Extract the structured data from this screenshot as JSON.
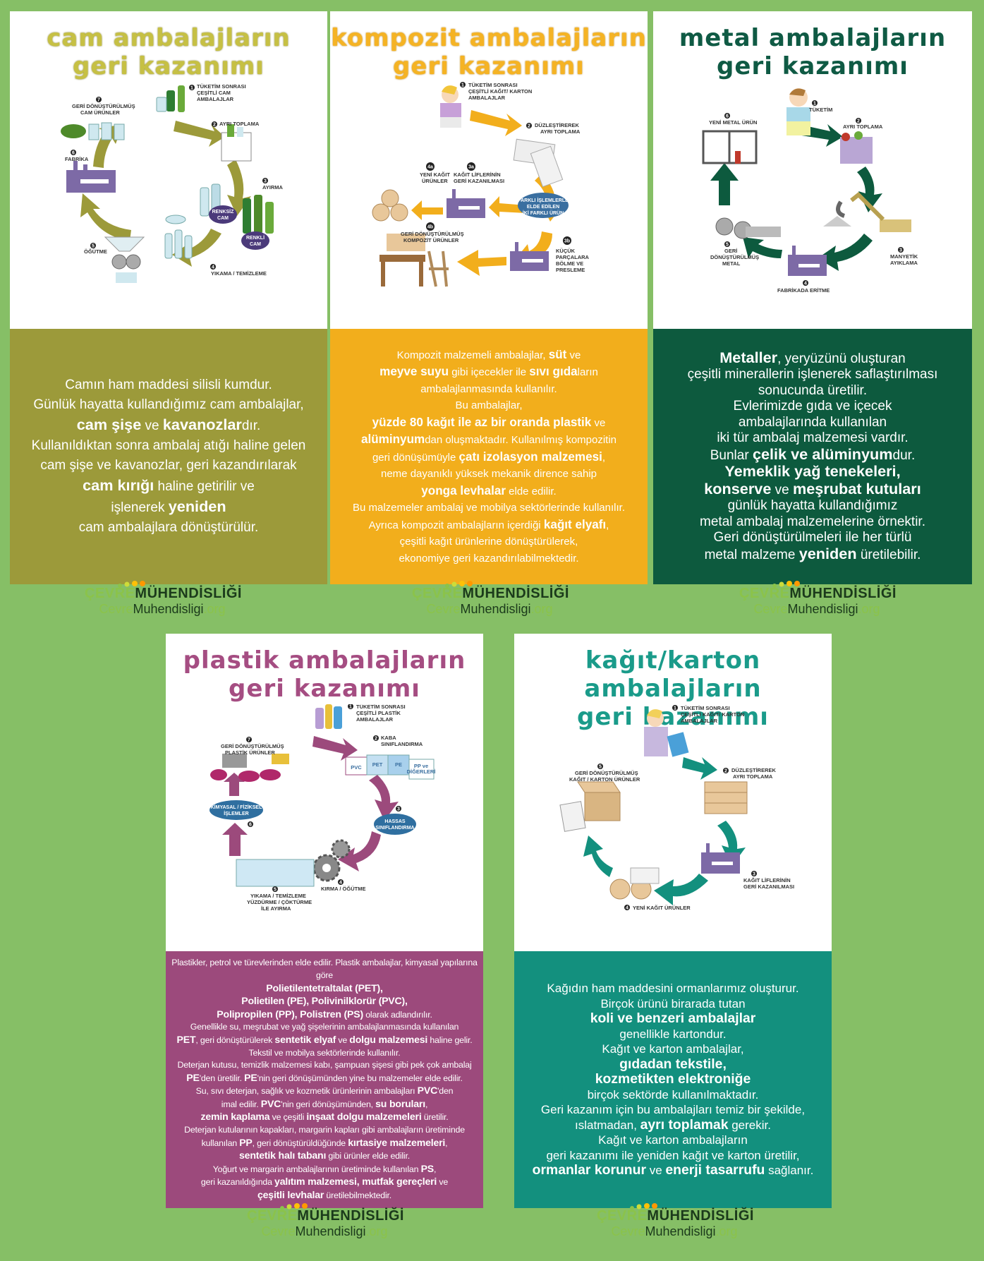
{
  "cards": [
    {
      "id": "cam",
      "title_l1": "cam ambalajların",
      "title_l2": "geri kazanımı",
      "title_color": "#c6c044",
      "panel_color": "#9c9a3a",
      "labels": {
        "s1": "TÜKETİM SONRASI",
        "s1b": "ÇEŞİTLİ CAM",
        "s1c": "AMBALAJLAR",
        "s2": "AYRI TOPLAMA",
        "s3": "AYIRMA",
        "renksiz": "RENKSİZ",
        "renksiz2": "CAM",
        "renkli": "RENKLİ",
        "renkli2": "CAM",
        "s4": "YIKAMA / TEMİZLEME",
        "s5": "ÖĞÜTME",
        "s6": "FABRİKA",
        "s7": "GERİ DÖNÜŞTÜRÜLMÜŞ",
        "s7b": "CAM ÜRÜNLER"
      },
      "lines": [
        [
          "Camın ham maddesi silisli kumdur."
        ],
        [
          "Günlük hayatta kullandığımız cam ambalajlar,"
        ],
        [
          "",
          "cam şişe",
          " ve ",
          "kavanozlar",
          "dır."
        ],
        [
          "Kullanıldıktan sonra ambalaj atığı haline gelen"
        ],
        [
          "cam şişe ve kavanozlar, geri kazandırılarak"
        ],
        [
          "",
          "cam kırığı",
          " haline getirilir ve"
        ],
        [
          "işlenerek ",
          "yeniden"
        ],
        [
          "cam ambalajlara dönüştürülür."
        ]
      ]
    },
    {
      "id": "kompozit",
      "title_l1": "kompozit ambalajların",
      "title_l2": "geri kazanımı",
      "title_color": "#f5b324",
      "panel_color": "#f2ae1c",
      "labels": {
        "s1": "TÜKETİM SONRASI",
        "s1b": "ÇEŞİTLİ KAĞIT/ KARTON",
        "s1c": "AMBALAJLAR",
        "s2": "DÜZLEŞTİREREK",
        "s2b": "AYRI TOPLAMA",
        "farkli": "FARKLI İŞLEMLERLE",
        "farkli2": "ELDE EDİLEN",
        "farkli3": "İKİ FARKLI ÜRÜN",
        "s3a": "KAĞIT LİFLERİNİN",
        "s3a2": "GERİ KAZANILMASI",
        "s4a": "YENİ KAĞIT",
        "s4a2": "ÜRÜNLER",
        "s3b": "KÜÇÜK",
        "s3b2": "PARÇALARA",
        "s3b3": "BÖLME VE",
        "s3b4": "PRESLEME",
        "s4b": "GERİ DÖNÜŞTÜRÜLMÜŞ",
        "s4b2": "KOMPOZİT ÜRÜNLER",
        "n3a": "3a",
        "n4a": "4a",
        "n3b": "3b",
        "n4b": "4b"
      },
      "lines": [
        [
          "Kompozit malzemeli ambalajlar, ",
          "süt",
          " ve"
        ],
        [
          "",
          "meyve suyu",
          " gibi içecekler ile ",
          "sıvı gıda",
          "ların"
        ],
        [
          "ambalajlanmasında kullanılır."
        ],
        [
          "Bu ambalajlar,"
        ],
        [
          "",
          "yüzde 80 kağıt ile az bir oranda plastik",
          " ve"
        ],
        [
          "",
          "alüminyum",
          "dan oluşmaktadır. Kullanılmış kompozitin"
        ],
        [
          "geri dönüşümüyle ",
          "çatı izolasyon malzemesi",
          ","
        ],
        [
          "neme dayanıklı yüksek mekanik dirence sahip"
        ],
        [
          "",
          "yonga levhalar",
          " elde edilir."
        ],
        [
          "Bu malzemeler ambalaj ve mobilya sektörlerinde kullanılır."
        ],
        [
          "Ayrıca kompozit ambalajların içerdiği ",
          "kağıt elyafı",
          ","
        ],
        [
          "çeşitli kağıt ürünlerine dönüştürülerek,"
        ],
        [
          "ekonomiye geri kazandırılabilmektedir."
        ]
      ]
    },
    {
      "id": "metal",
      "title_l1": "metal ambalajların",
      "title_l2": "geri kazanımı",
      "title_color": "#0f5a44",
      "panel_color": "#0d5a3e",
      "labels": {
        "s1": "TÜKETİM",
        "s2": "AYRI TOPLAMA",
        "s3": "MANYETİK",
        "s3b": "AYIKLAMA",
        "s4": "FABRİKADA ERİTME",
        "s5": "GERİ",
        "s5b": "DÖNÜŞTÜRÜLMÜŞ",
        "s5c": "METAL",
        "s6": "YENİ METAL ÜRÜN"
      },
      "lines": [
        [
          "",
          "Metaller",
          ", yeryüzünü oluşturan"
        ],
        [
          "çeşitli minerallerin işlenerek saflaştırılması"
        ],
        [
          "sonucunda üretilir."
        ],
        [
          "Evlerimizde gıda ve içecek"
        ],
        [
          "ambalajlarında kullanılan"
        ],
        [
          "iki tür ambalaj malzemesi vardır."
        ],
        [
          "Bunlar ",
          "çelik ve alüminyum",
          "dur."
        ],
        [
          "",
          "Yemeklik yağ tenekeleri,"
        ],
        [
          "",
          "konserve",
          " ve ",
          "meşrubat kutuları"
        ],
        [
          "günlük hayatta kullandığımız"
        ],
        [
          "metal ambalaj malzemelerine örnektir."
        ],
        [
          "Geri dönüştürülmeleri ile her türlü"
        ],
        [
          "metal malzeme ",
          "yeniden",
          " üretilebilir."
        ]
      ]
    },
    {
      "id": "plastik",
      "title_l1": "plastik ambalajların",
      "title_l2": "geri kazanımı",
      "title_color": "#a54d82",
      "panel_color": "#9c4a7c",
      "labels": {
        "s1": "TÜKETİM SONRASI",
        "s1b": "ÇEŞİTLİ PLASTİK",
        "s1c": "AMBALAJLAR",
        "s2": "KABA",
        "s2b": "SINIFLANDIRMA",
        "pvc": "PVC",
        "pet": "PET",
        "pe": "PE",
        "pp": "PP ve",
        "pp2": "DİĞERLERİ",
        "s3": "HASSAS",
        "s3b": "SINIFLANDIRMA",
        "s4": "KIRMA / ÖĞÜTME",
        "s5": "YIKAMA / TEMİZLEME",
        "s5b": "YÜZDÜRME / ÇÖKTÜRME",
        "s5c": "İLE AYIRMA",
        "s6": "KİMYASAL / FİZİKSEL",
        "s6b": "İŞLEMLER",
        "s7": "GERİ DÖNÜŞTÜRÜLMÜŞ",
        "s7b": "PLASTİK ÜRÜNLER"
      },
      "lines": [
        [
          "Plastikler, petrol ve türevlerinden elde edilir. Plastik ambalajlar, kimyasal yapılarına göre"
        ],
        [
          "",
          "Polietilentetraltalat (PET),"
        ],
        [
          "",
          "Polietilen (PE), Polivinilklorür (PVC),"
        ],
        [
          "",
          "Polipropilen (PP), Polistren (PS)",
          " olarak adlandırılır."
        ],
        [
          "Genellikle su, meşrubat ve yağ şişelerinin ambalajlanmasında kullanılan"
        ],
        [
          "",
          "PET",
          ", geri dönüştürülerek ",
          "sentetik elyaf",
          " ve ",
          "dolgu malzemesi",
          " haline gelir."
        ],
        [
          "Tekstil ve mobilya sektörlerinde kullanılır."
        ],
        [
          "Deterjan kutusu, temizlik malzemesi kabı, şampuan şişesi gibi pek çok ambalaj"
        ],
        [
          "",
          "PE",
          "'den üretilir. ",
          "PE",
          "'nin geri dönüşümünden yine bu malzemeler elde edilir."
        ],
        [
          "Su, sıvı deterjan, sağlık ve kozmetik ürünlerinin ambalajları ",
          "PVC",
          "'den"
        ],
        [
          "imal edilir. ",
          "PVC",
          "'nin geri dönüşümünden, ",
          "su boruları",
          ","
        ],
        [
          "",
          "zemin kaplama",
          " ve çeşitli ",
          "inşaat dolgu malzemeleri",
          " üretilir."
        ],
        [
          "Deterjan kutularının kapakları, margarin kapları gibi ambalajların üretiminde"
        ],
        [
          "kullanılan ",
          "PP",
          ", geri dönüştürüldüğünde ",
          "kırtasiye malzemeleri",
          ","
        ],
        [
          "",
          "sentetik halı tabanı",
          " gibi ürünler elde edilir."
        ],
        [
          "Yoğurt ve margarin ambalajlarının üretiminde kullanılan ",
          "PS",
          ","
        ],
        [
          "geri kazanıldığında ",
          "yalıtım malzemesi, mutfak gereçleri",
          " ve"
        ],
        [
          "",
          "çeşitli levhalar",
          " üretilebilmektedir."
        ]
      ]
    },
    {
      "id": "kagit",
      "title_l1": "kağıt/karton ambalajların",
      "title_l2": "geri kazanımı",
      "title_color": "#1a9b8a",
      "panel_color": "#13907e",
      "labels": {
        "s1": "TÜKETİM SONRASI",
        "s1b": "ÇEŞİTLİ KAĞIT/ KARTON",
        "s1c": "AMBALAJLAR",
        "s2": "DÜZLEŞTİREREK",
        "s2b": "AYRI TOPLAMA",
        "s3": "KAĞIT LİFLERİNİN",
        "s3b": "GERİ KAZANILMASI",
        "s4": "YENİ KAĞIT ÜRÜNLER",
        "s5": "GERİ DÖNÜŞTÜRÜLMÜŞ",
        "s5b": "KAĞIT / KARTON ÜRÜNLER"
      },
      "lines": [
        [
          "Kağıdın ham maddesini ormanlarımız oluşturur."
        ],
        [
          "Birçok ürünü birarada tutan"
        ],
        [
          "",
          "koli ve benzeri ambalajlar"
        ],
        [
          "genellikle kartondur."
        ],
        [
          "Kağıt ve karton ambalajlar,"
        ],
        [
          "",
          "gıdadan tekstile,"
        ],
        [
          "",
          "kozmetikten elektroniğe"
        ],
        [
          "birçok sektörde kullanılmaktadır."
        ],
        [
          "Geri kazanım için bu ambalajları temiz bir şekilde,"
        ],
        [
          "ıslatmadan, ",
          "ayrı toplamak",
          " gerekir."
        ],
        [
          "Kağıt ve karton ambalajların"
        ],
        [
          "geri kazanımı ile yeniden kağıt ve karton üretilir,"
        ],
        [
          "",
          "ormanlar korunur",
          " ve ",
          "enerji tasarrufu",
          " sağlanır."
        ]
      ]
    }
  ],
  "logo": {
    "l1a": "ÇEVRE",
    "l1b": "MÜHENDİSLİĞİ",
    "l2a": "Cevre",
    "l2b": "Muhendisligi",
    "l2c": ".org"
  },
  "colors": {
    "background": "#86bf66"
  }
}
